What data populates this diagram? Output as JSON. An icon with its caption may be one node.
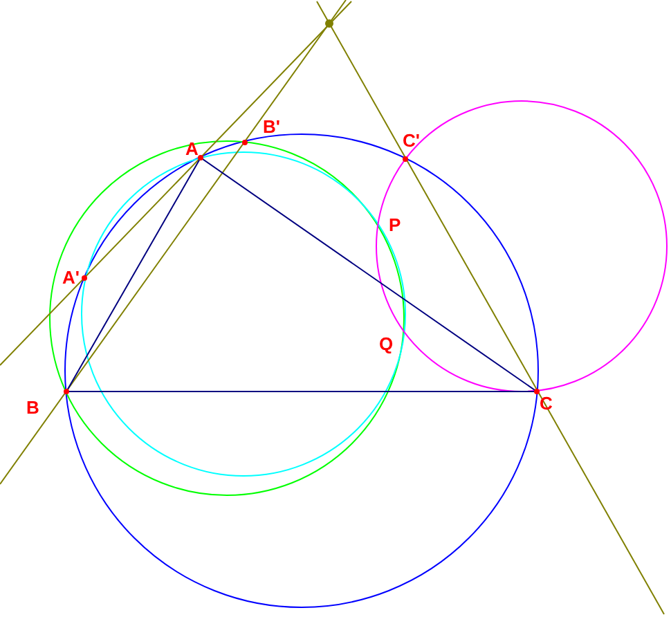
{
  "diagram": {
    "labels": [
      "B'",
      "C'",
      "A",
      "P",
      "A'",
      "Q",
      "B",
      "C"
    ]
  }
}
